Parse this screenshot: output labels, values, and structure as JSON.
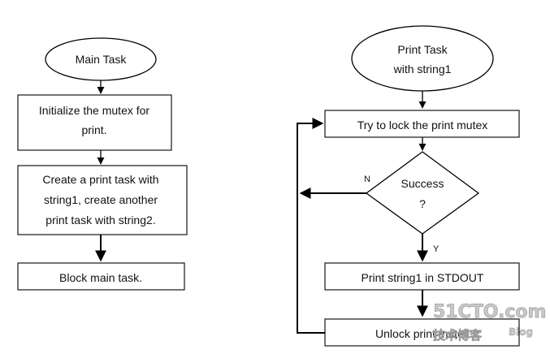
{
  "left": {
    "start": "Main Task",
    "init": [
      "Initialize the mutex for",
      "print."
    ],
    "create": [
      "Create a print task with",
      "string1, create another",
      "print task with string2."
    ],
    "block": "Block main task."
  },
  "right": {
    "start": [
      "Print Task",
      "with string1"
    ],
    "lock": "Try to lock the print mutex",
    "decision": [
      "Success",
      "?"
    ],
    "no_label": "N",
    "yes_label": "Y",
    "print": "Print string1 in STDOUT",
    "unlock": "Unlock print mutex"
  },
  "watermark": {
    "main": "51CTO.com",
    "sub": "技术博客",
    "blog": "Blog"
  }
}
